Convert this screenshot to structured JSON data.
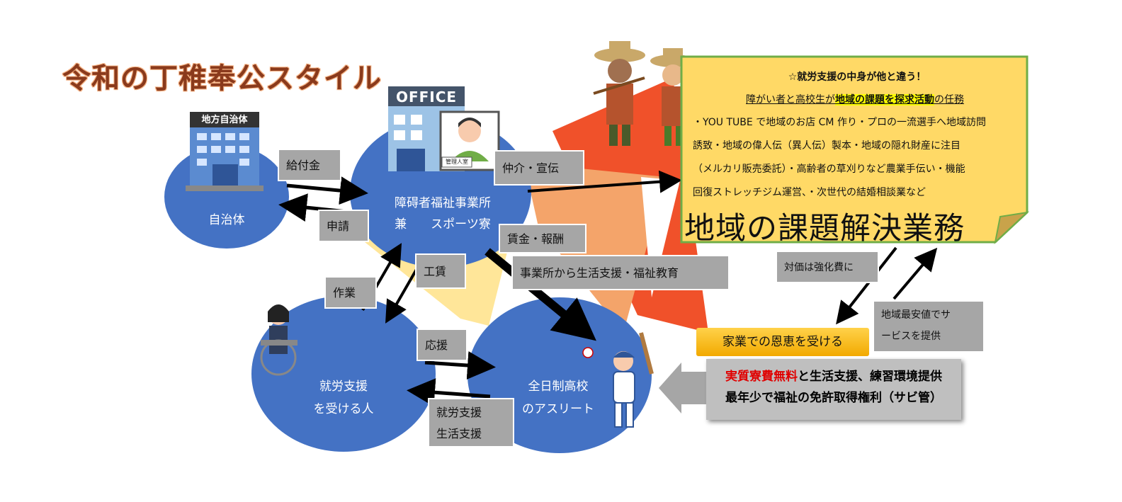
{
  "title": "令和の丁稚奉公スタイル",
  "icons": {
    "gov_building_sign": "地方自治体",
    "office_sign": "OFFICE",
    "manager_sign": "管理人室"
  },
  "nodes": {
    "municipality": "自治体",
    "welfare_office": "障碍者福祉事業所\n兼　　スポーツ寮",
    "worker": "就労支援\nを受ける人",
    "athlete": "全日制高校\nのアスリート"
  },
  "labels": {
    "subsidy": "給付金",
    "application": "申請",
    "mediation": "仲介・宣伝",
    "wages": "賃金・報酬",
    "support_education": "事業所から生活支援・福祉教育",
    "work": "作業",
    "pay": "工賃",
    "cheer": "応援",
    "employment_support": "就労支援\n生活支援",
    "compensation": "対価は強化費に",
    "cheapest_service": "地域最安値でサ\nービスを提供"
  },
  "note": {
    "heading": "☆就労支援の中身が他と違う！",
    "sub_before": "障がい者と高校生が",
    "sub_highlight": "地域の課題を探求活動",
    "sub_after": "の任務",
    "lines": [
      "・YOU TUBE で地域のお店 CM 作り・プロの一流選手へ地域訪問",
      "誘致・地域の偉人伝（異人伝）製本・地域の隠れ財産に注目",
      "（メルカリ販売委託）・高齢者の草刈りなど農業手伝い・機能",
      "回復ストレッチジム運営、・次世代の結婚相談業など"
    ],
    "slogan": "地域の課題解決業務"
  },
  "benefit_button": "家業での恩恵を受ける",
  "benefit_box": {
    "line1_red": "実質寮費無料",
    "line1_rest": "と生活支援、練習環境提供",
    "line2": "最年少で福祉の免許取得権利（サビ管）"
  },
  "colors": {
    "circle": "#4472c4",
    "gray_label": "#a6a6a6",
    "note_fill": "#ffd966",
    "note_border": "#70ad47",
    "title": "#8a3a1c",
    "triangle_orange": "#f4a46a",
    "triangle_red": "#f0512a",
    "triangle_yellow": "#ffe699"
  }
}
